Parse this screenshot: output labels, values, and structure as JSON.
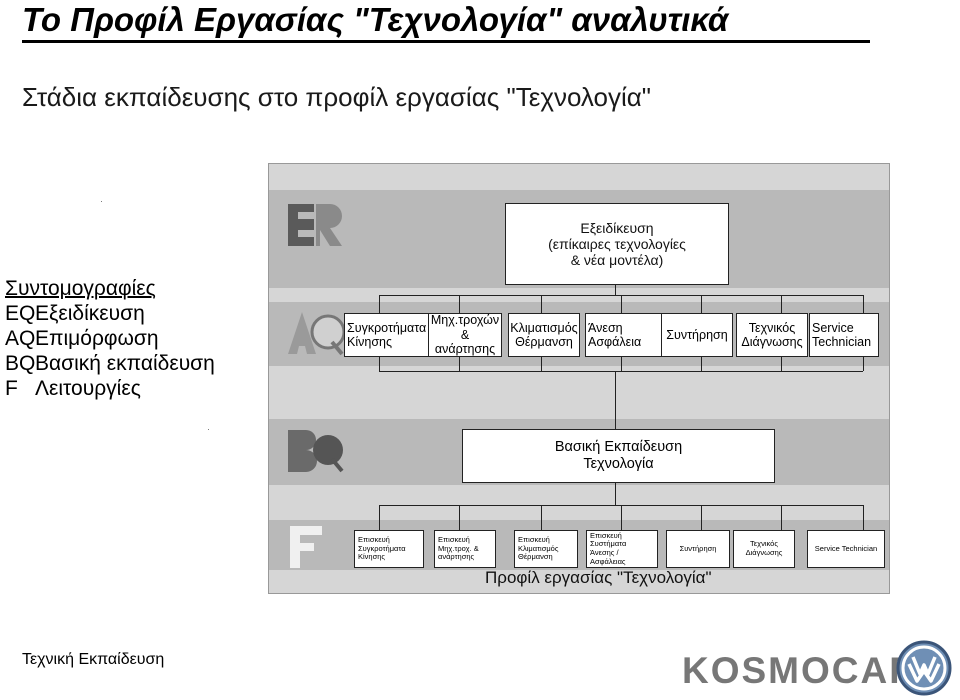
{
  "slide": {
    "title": "Το Προφίλ Εργασίας \"Τεχνολογία\" αναλυτικά",
    "subtitle": "Στάδια εκπαίδευσης στο προφίλ εργασίας \"Τεχνολογία\""
  },
  "legend": {
    "heading": "Συντομογραφίες",
    "items": [
      {
        "code": "EQ",
        "label": "Εξειδίκευση"
      },
      {
        "code": "AQ",
        "label": "Επιμόρφωση"
      },
      {
        "code": "BQ",
        "label": "Βασική εκπαίδευση"
      },
      {
        "code": "F",
        "label": "Λειτουργίες"
      }
    ]
  },
  "diagram": {
    "eq_box": {
      "line1": "Εξειδίκευση",
      "line2": "(επίκαιρες τεχνολογίες",
      "line3": "& νέα μοντέλα)"
    },
    "aq_boxes": [
      {
        "line1": "Συγκροτήματα",
        "line2": "Κίνησης"
      },
      {
        "line1": "Μηχ.τροχών",
        "line2": "& ανάρτησης"
      },
      {
        "line1": "Κλιματισμός",
        "line2": "Θέρμανση"
      },
      {
        "line1": "Άνεση",
        "line2": "Ασφάλεια"
      },
      {
        "line1": "Συντήρηση",
        "line2": ""
      },
      {
        "line1": "Τεχνικός",
        "line2": "Διάγνωσης"
      },
      {
        "line1": "Service",
        "line2": "Technician"
      }
    ],
    "bq_box": {
      "line1": "Βασική Εκπαίδευση",
      "line2": "Τεχνολογία"
    },
    "f_boxes": [
      {
        "line1": "Επισκευή",
        "line2": "Συγκροτήματα",
        "line3": "Κίνησης"
      },
      {
        "line1": "Επισκευή",
        "line2": "Μηχ.τροχ. &",
        "line3": "ανάρτησης"
      },
      {
        "line1": "Επισκευή",
        "line2": "Κλιματισμός",
        "line3": "Θέρμανση"
      },
      {
        "line1": "Επισκευή",
        "line2": "Συστήματα",
        "line3": "Άνεσης / Ασφάλειας"
      },
      {
        "line1": "Συντήρηση",
        "line2": "",
        "line3": ""
      },
      {
        "line1": "Τεχνικός",
        "line2": "Διάγνωσης",
        "line3": ""
      },
      {
        "line1": "Service Technician",
        "line2": "",
        "line3": ""
      }
    ],
    "footer": "Προφίλ εργασίας \"Τεχνολογία\""
  },
  "footer": {
    "left": "Τεχνική Εκπαίδευση",
    "brand": "KOSMOCAR",
    "logo_icon": "vw-logo-icon"
  },
  "colors": {
    "panel": "#d6d6d6",
    "band": "#b9b9b9",
    "brand_gray": "#777777"
  }
}
